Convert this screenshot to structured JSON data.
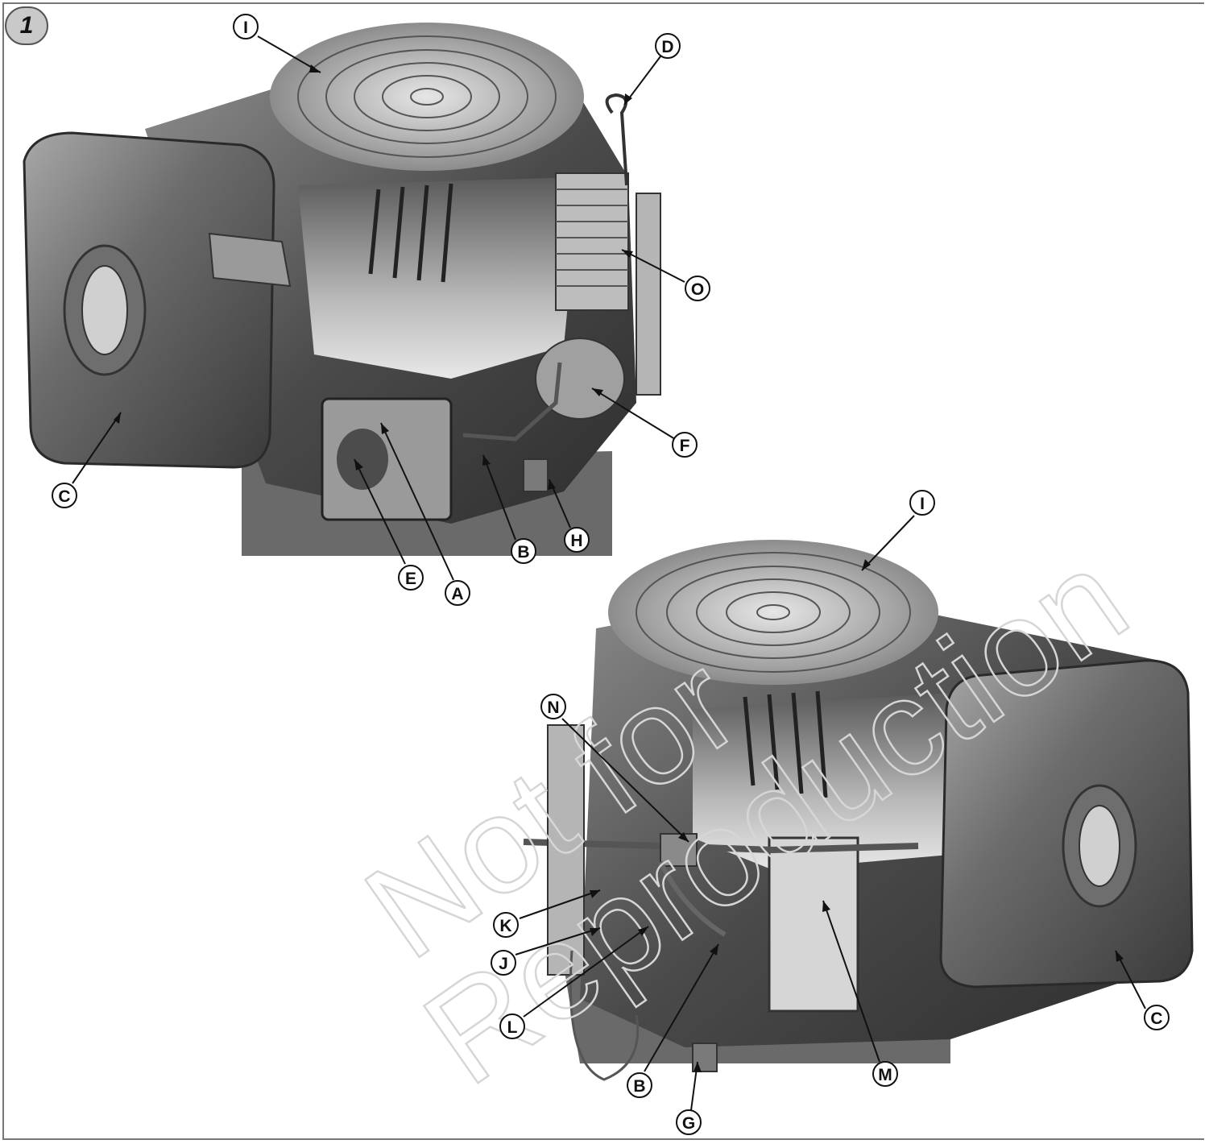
{
  "figure_number": "1",
  "watermark": {
    "line1": "Not for",
    "line2": "Reproduction"
  },
  "callouts": [
    {
      "id": "top-I",
      "label": "I"
    },
    {
      "id": "top-D",
      "label": "D"
    },
    {
      "id": "top-O",
      "label": "O"
    },
    {
      "id": "top-F",
      "label": "F"
    },
    {
      "id": "top-C",
      "label": "C"
    },
    {
      "id": "top-B",
      "label": "B"
    },
    {
      "id": "top-H",
      "label": "H"
    },
    {
      "id": "top-E",
      "label": "E"
    },
    {
      "id": "top-A",
      "label": "A"
    },
    {
      "id": "bot-I",
      "label": "I"
    },
    {
      "id": "bot-N",
      "label": "N"
    },
    {
      "id": "bot-K",
      "label": "K"
    },
    {
      "id": "bot-J",
      "label": "J"
    },
    {
      "id": "bot-L",
      "label": "L"
    },
    {
      "id": "bot-M",
      "label": "M"
    },
    {
      "id": "bot-C",
      "label": "C"
    },
    {
      "id": "bot-B",
      "label": "B"
    },
    {
      "id": "bot-G",
      "label": "G"
    }
  ],
  "colors": {
    "engine_dark": "#3c3c3c",
    "engine_mid": "#7a7a7a",
    "engine_light": "#d9d9d9",
    "badge": "#c9c9c9"
  }
}
